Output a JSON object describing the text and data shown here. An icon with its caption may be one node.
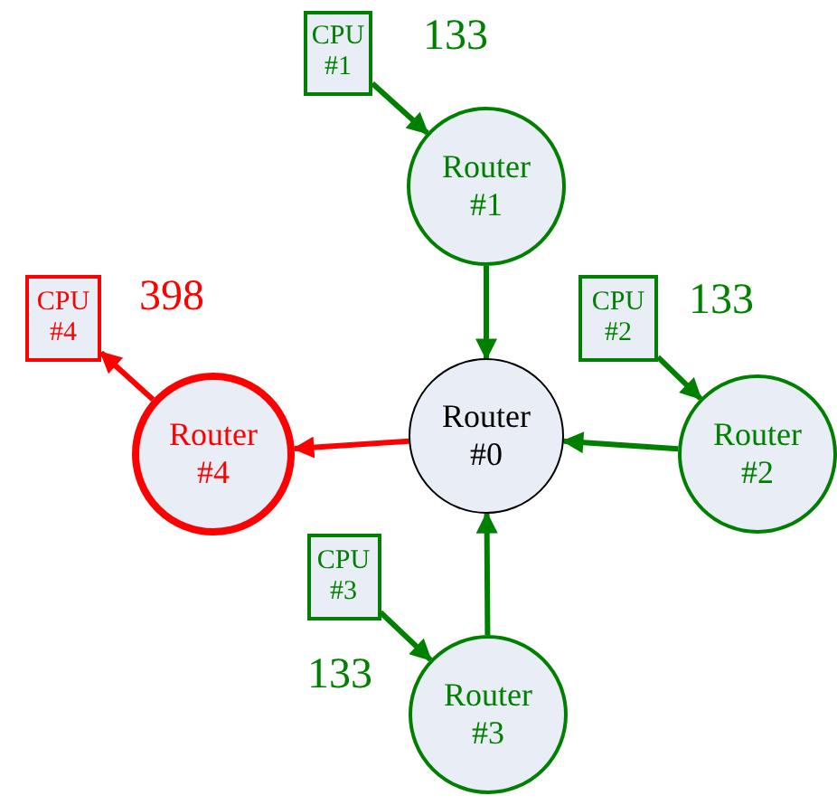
{
  "diagram": {
    "nodes": [
      {
        "text": [
          "CPU #1"
        ],
        "beside": [
          "133"
        ]
      },
      {
        "text": [
          "Router #1"
        ]
      },
      {
        "text": [
          "CPU #4"
        ],
        "beside": [
          "398"
        ]
      },
      {
        "text": [
          "CPU #2"
        ],
        "beside": [
          "133"
        ]
      },
      {
        "text": [
          "Router #4"
        ]
      },
      {
        "text": [
          "Router #0"
        ]
      },
      {
        "text": [
          "Router #2"
        ]
      },
      {
        "text": [
          "CPU #3"
        ],
        "beside": [
          "133"
        ]
      },
      {
        "text": [
          "Router #3"
        ]
      }
    ],
    "edges": [
      {
        "from": 0,
        "to": 1,
        "arrow": "to"
      },
      {
        "from": 1,
        "to": 5,
        "arrow": "to"
      },
      {
        "from": 6,
        "to": 5,
        "arrow": "to"
      },
      {
        "from": 8,
        "to": 5,
        "arrow": "to"
      },
      {
        "from": 3,
        "to": 6,
        "arrow": "to"
      },
      {
        "from": 7,
        "to": 8,
        "arrow": "to"
      },
      {
        "from": 5,
        "to": 4,
        "arrow": "to",
        "color": "#ff0000"
      },
      {
        "from": 4,
        "to": 2,
        "arrow": "to",
        "color": "#ff0000"
      }
    ]
  }
}
